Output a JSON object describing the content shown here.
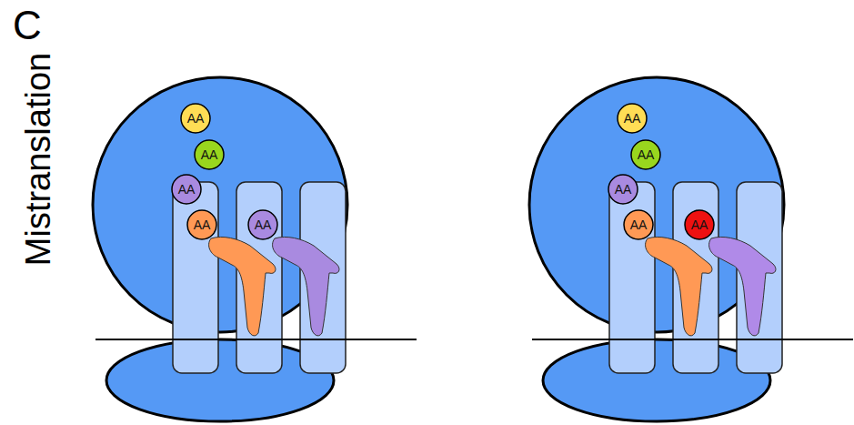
{
  "diagram": {
    "nodes": [
      {
        "text": [
          "AA"
        ]
      },
      {
        "text": [
          "AA"
        ]
      },
      {
        "text": [
          "AA"
        ]
      },
      {
        "text": [
          "AA"
        ]
      },
      {
        "text": [
          "AA"
        ]
      },
      {
        "text": [
          "AA"
        ]
      },
      {
        "text": [
          "AA"
        ]
      },
      {
        "text": [
          "AA"
        ]
      },
      {
        "text": [
          "AA"
        ]
      },
      {
        "text": [
          "AA"
        ]
      }
    ],
    "labels": [
      "C",
      "Mistranslation"
    ]
  }
}
